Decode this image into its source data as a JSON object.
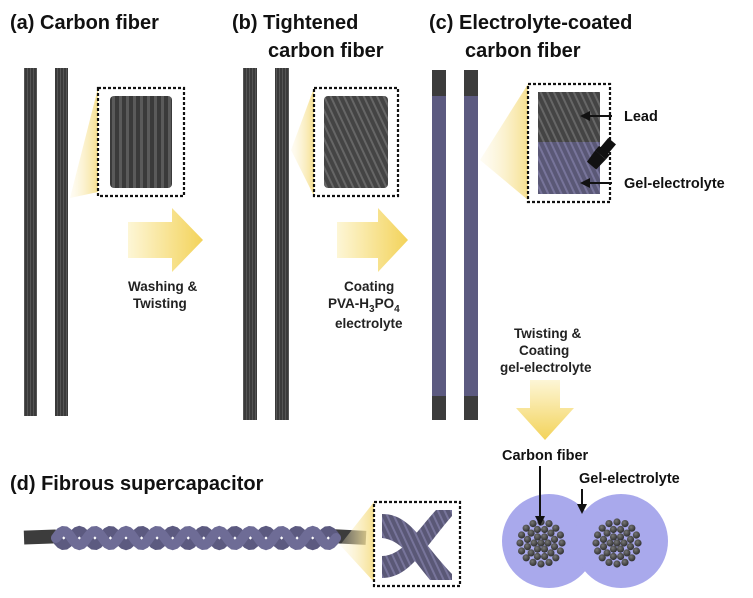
{
  "panels": {
    "a": {
      "title": "(a) Carbon fiber"
    },
    "b": {
      "title_line1": "(b) Tightened",
      "title_line2": "carbon fiber"
    },
    "c": {
      "title_line1": "(c) Electrolyte-coated",
      "title_line2": "carbon fiber",
      "lead_label": "Lead",
      "gel_label": "Gel-electrolyte"
    },
    "d": {
      "title": "(d) Fibrous supercapacitor"
    }
  },
  "steps": {
    "washing": {
      "line1": "Washing &",
      "line2": "Twisting"
    },
    "coating": {
      "line1": "Coating",
      "formula_prefix": "PVA-H",
      "sub1": "3",
      "formula_mid": "PO",
      "sub2": "4",
      "line3": "electrolyte"
    },
    "twisting": {
      "line1": "Twisting &",
      "line2": "Coating",
      "line3": "gel-electrolyte"
    }
  },
  "cross_section": {
    "carbon_label": "Carbon fiber",
    "gel_label": "Gel-electrolyte"
  },
  "colors": {
    "fiber_dark": "#3c3c3c",
    "gel_purple": "#5c5a80",
    "arrow_yellow": "#f3d35a",
    "cross_section_purple": "#a9a9ec"
  }
}
